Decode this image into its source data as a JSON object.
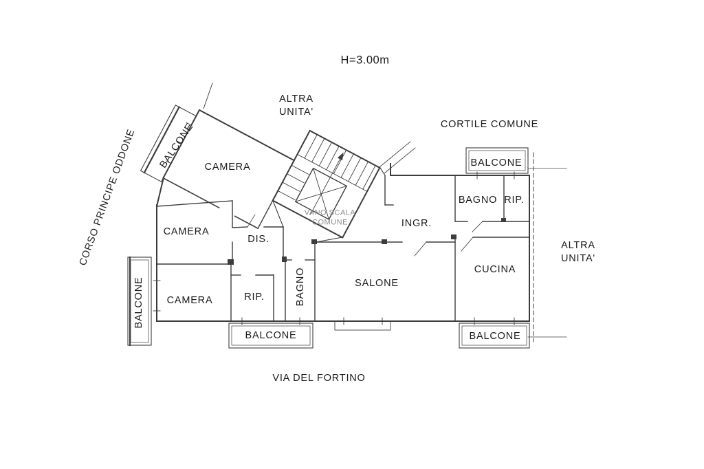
{
  "annotations": {
    "height_note": "H=3.00m",
    "street_left": "CORSO PRINCIPE ODDONE",
    "street_bottom": "VIA DEL FORTINO",
    "courtyard": "CORTILE COMUNE",
    "other_unit_top": {
      "line1": "ALTRA",
      "line2": "UNITA'"
    },
    "other_unit_right": {
      "line1": "ALTRA",
      "line2": "UNITA'"
    }
  },
  "rooms": {
    "camera_top": "CAMERA",
    "camera_mid": "CAMERA",
    "camera_bottom": "CAMERA",
    "disimpegno": "DIS.",
    "stairwell": {
      "line1": "VANO SCALA",
      "line2": "COMUNE"
    },
    "ingresso": "INGR.",
    "bagno_top": "BAGNO",
    "rip_top": "RIP.",
    "cucina": "CUCINA",
    "salone": "SALONE",
    "rip_bottom": "RIP.",
    "bagno_bottom": "BAGNO"
  },
  "balconies": {
    "top_left": "BALCONE",
    "top_right": "BALCONE",
    "left": "BALCONE",
    "bottom_left": "BALCONE",
    "bottom_right": "BALCONE"
  },
  "colors": {
    "line": "#3c3c3c",
    "text": "#1a1a1a",
    "faint_text": "#8c8c8c",
    "background": "#ffffff"
  }
}
